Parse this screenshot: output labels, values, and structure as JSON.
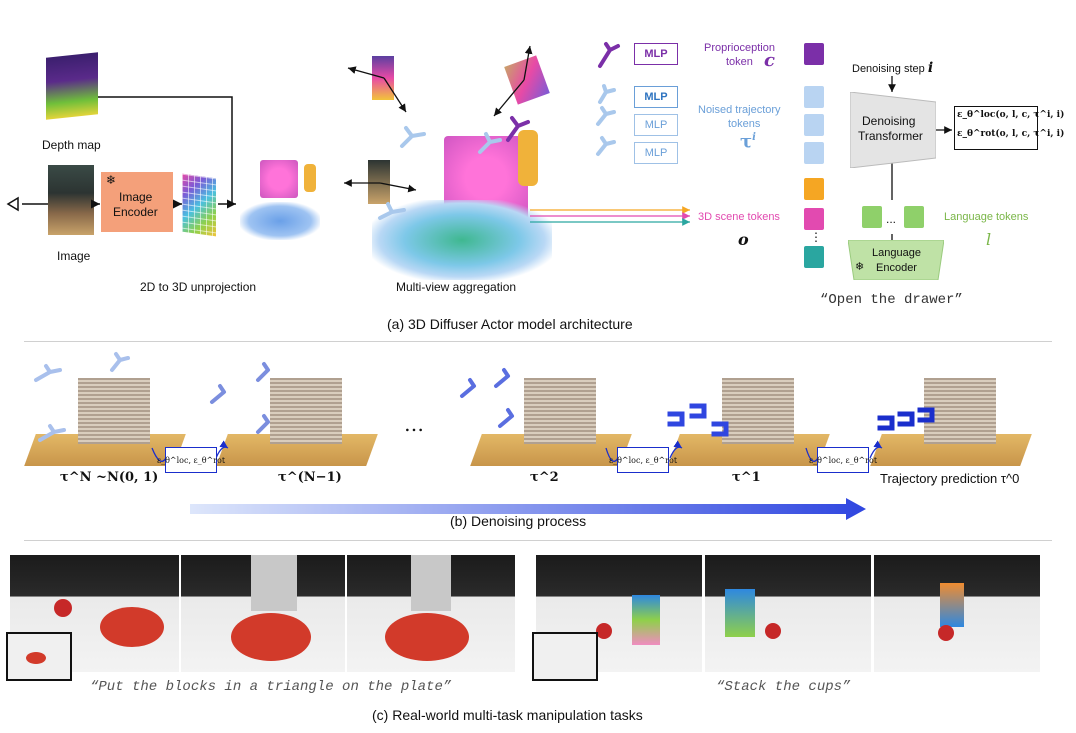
{
  "panel_a": {
    "depth_label": "Depth map",
    "image_label": "Image",
    "encoder_label_1": "Image",
    "encoder_label_2": "Encoder",
    "unproj_label": "2D to 3D unprojection",
    "multiview_label": "Multi-view aggregation",
    "mlp_label": "MLP",
    "proprio_label_1": "Proprioception",
    "proprio_label_2": "token",
    "proprio_symbol": "c",
    "noised_label_1": "Noised trajectory",
    "noised_label_2": "tokens",
    "noised_symbol": "τ",
    "noised_sup": "i",
    "scene_label": "3D scene tokens",
    "scene_symbol": "o",
    "denoise_step_label": "Denoising step",
    "denoise_step_symbol": "i",
    "transformer_label_1": "Denoising",
    "transformer_label_2": "Transformer",
    "out_loc": "ε_θ^loc(o, l, c, τ^i, i)",
    "out_rot": "ε_θ^rot(o, l, c, τ^i, i)",
    "lang_tokens_label": "Language tokens",
    "lang_symbol": "l",
    "lang_encoder_1": "Language",
    "lang_encoder_2": "Encoder",
    "instruction": "“Open the drawer”",
    "caption": "(a) 3D Diffuser Actor model architecture",
    "colors": {
      "proprio": "#7b2fa8",
      "noised": "#6a9fd8",
      "scene_orange": "#f5a623",
      "scene_pink": "#e24ab0",
      "scene_teal": "#2aa6a0",
      "language": "#7ab648",
      "encoder": "#f4a07a"
    }
  },
  "panel_b": {
    "labels": [
      "τ^N ~N(0, 1)",
      "τ^(N−1)",
      "…",
      "τ^2",
      "τ^1",
      "Trajectory prediction τ^0"
    ],
    "eps_label": "ε_θ^loc, ε_θ^rot",
    "caption": "(b) Denoising process"
  },
  "panel_c": {
    "instruction_1": "“Put the blocks in a triangle on the plate”",
    "instruction_2": "“Stack the cups”",
    "caption": "(c) Real-world multi-task manipulation tasks"
  }
}
